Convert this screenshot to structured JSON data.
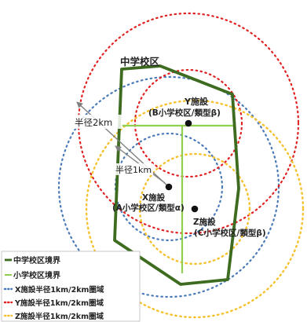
{
  "colors": {
    "middle_school_boundary": "#3d6b1f",
    "elementary_boundary": "#8fd14f",
    "x_circle": "#4a7ab8",
    "y_circle": "#e02020",
    "z_circle": "#f5c12e",
    "text": "#222222",
    "radius_arrow": "#808080"
  },
  "labels": {
    "middle_school_area": "中学校区",
    "radius_2km": "半径2km",
    "radius_1km": "半径1km",
    "facility_y_name": "Y施設",
    "facility_y_detail": "(B小学校区/類型β)",
    "facility_x_name": "X施設",
    "facility_x_detail": "(A小学校区/類型α)",
    "facility_z_name": "Z施設",
    "facility_z_detail": "(C小学校区/類型β)"
  },
  "legend": {
    "items": [
      {
        "label": "中学校区境界",
        "style": "solid-thick",
        "color_key": "middle_school_boundary"
      },
      {
        "label": "小学校区境界",
        "style": "solid-thin",
        "color_key": "elementary_boundary"
      },
      {
        "label": "X施設半径1km/2km圏域",
        "style": "dotted",
        "color_key": "x_circle"
      },
      {
        "label": "Y施設半径1km/2km圏域",
        "style": "dotted",
        "color_key": "y_circle"
      },
      {
        "label": "Z施設半径1km/2km圏域",
        "style": "dotted",
        "color_key": "z_circle"
      }
    ]
  }
}
